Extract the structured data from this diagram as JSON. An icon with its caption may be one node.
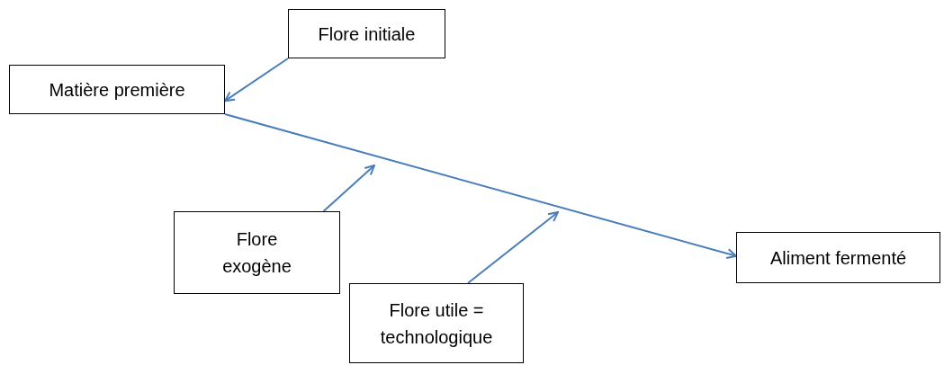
{
  "diagram": {
    "nodes": [
      {
        "text": [
          "Flore initiale"
        ]
      },
      {
        "text": [
          "Matière première"
        ]
      },
      {
        "text": [
          "Flore exogène"
        ]
      },
      {
        "text": [
          "Flore utile = technologique"
        ]
      },
      {
        "text": [
          "Aliment fermenté"
        ]
      }
    ],
    "edges": [
      {
        "from": 0,
        "to": 1,
        "arrow": "to"
      },
      {
        "from": 1,
        "to": 4,
        "arrow": "to"
      },
      {
        "from": 2,
        "to": null,
        "arrow": "to"
      },
      {
        "from": 3,
        "to": null,
        "arrow": "to"
      }
    ]
  }
}
